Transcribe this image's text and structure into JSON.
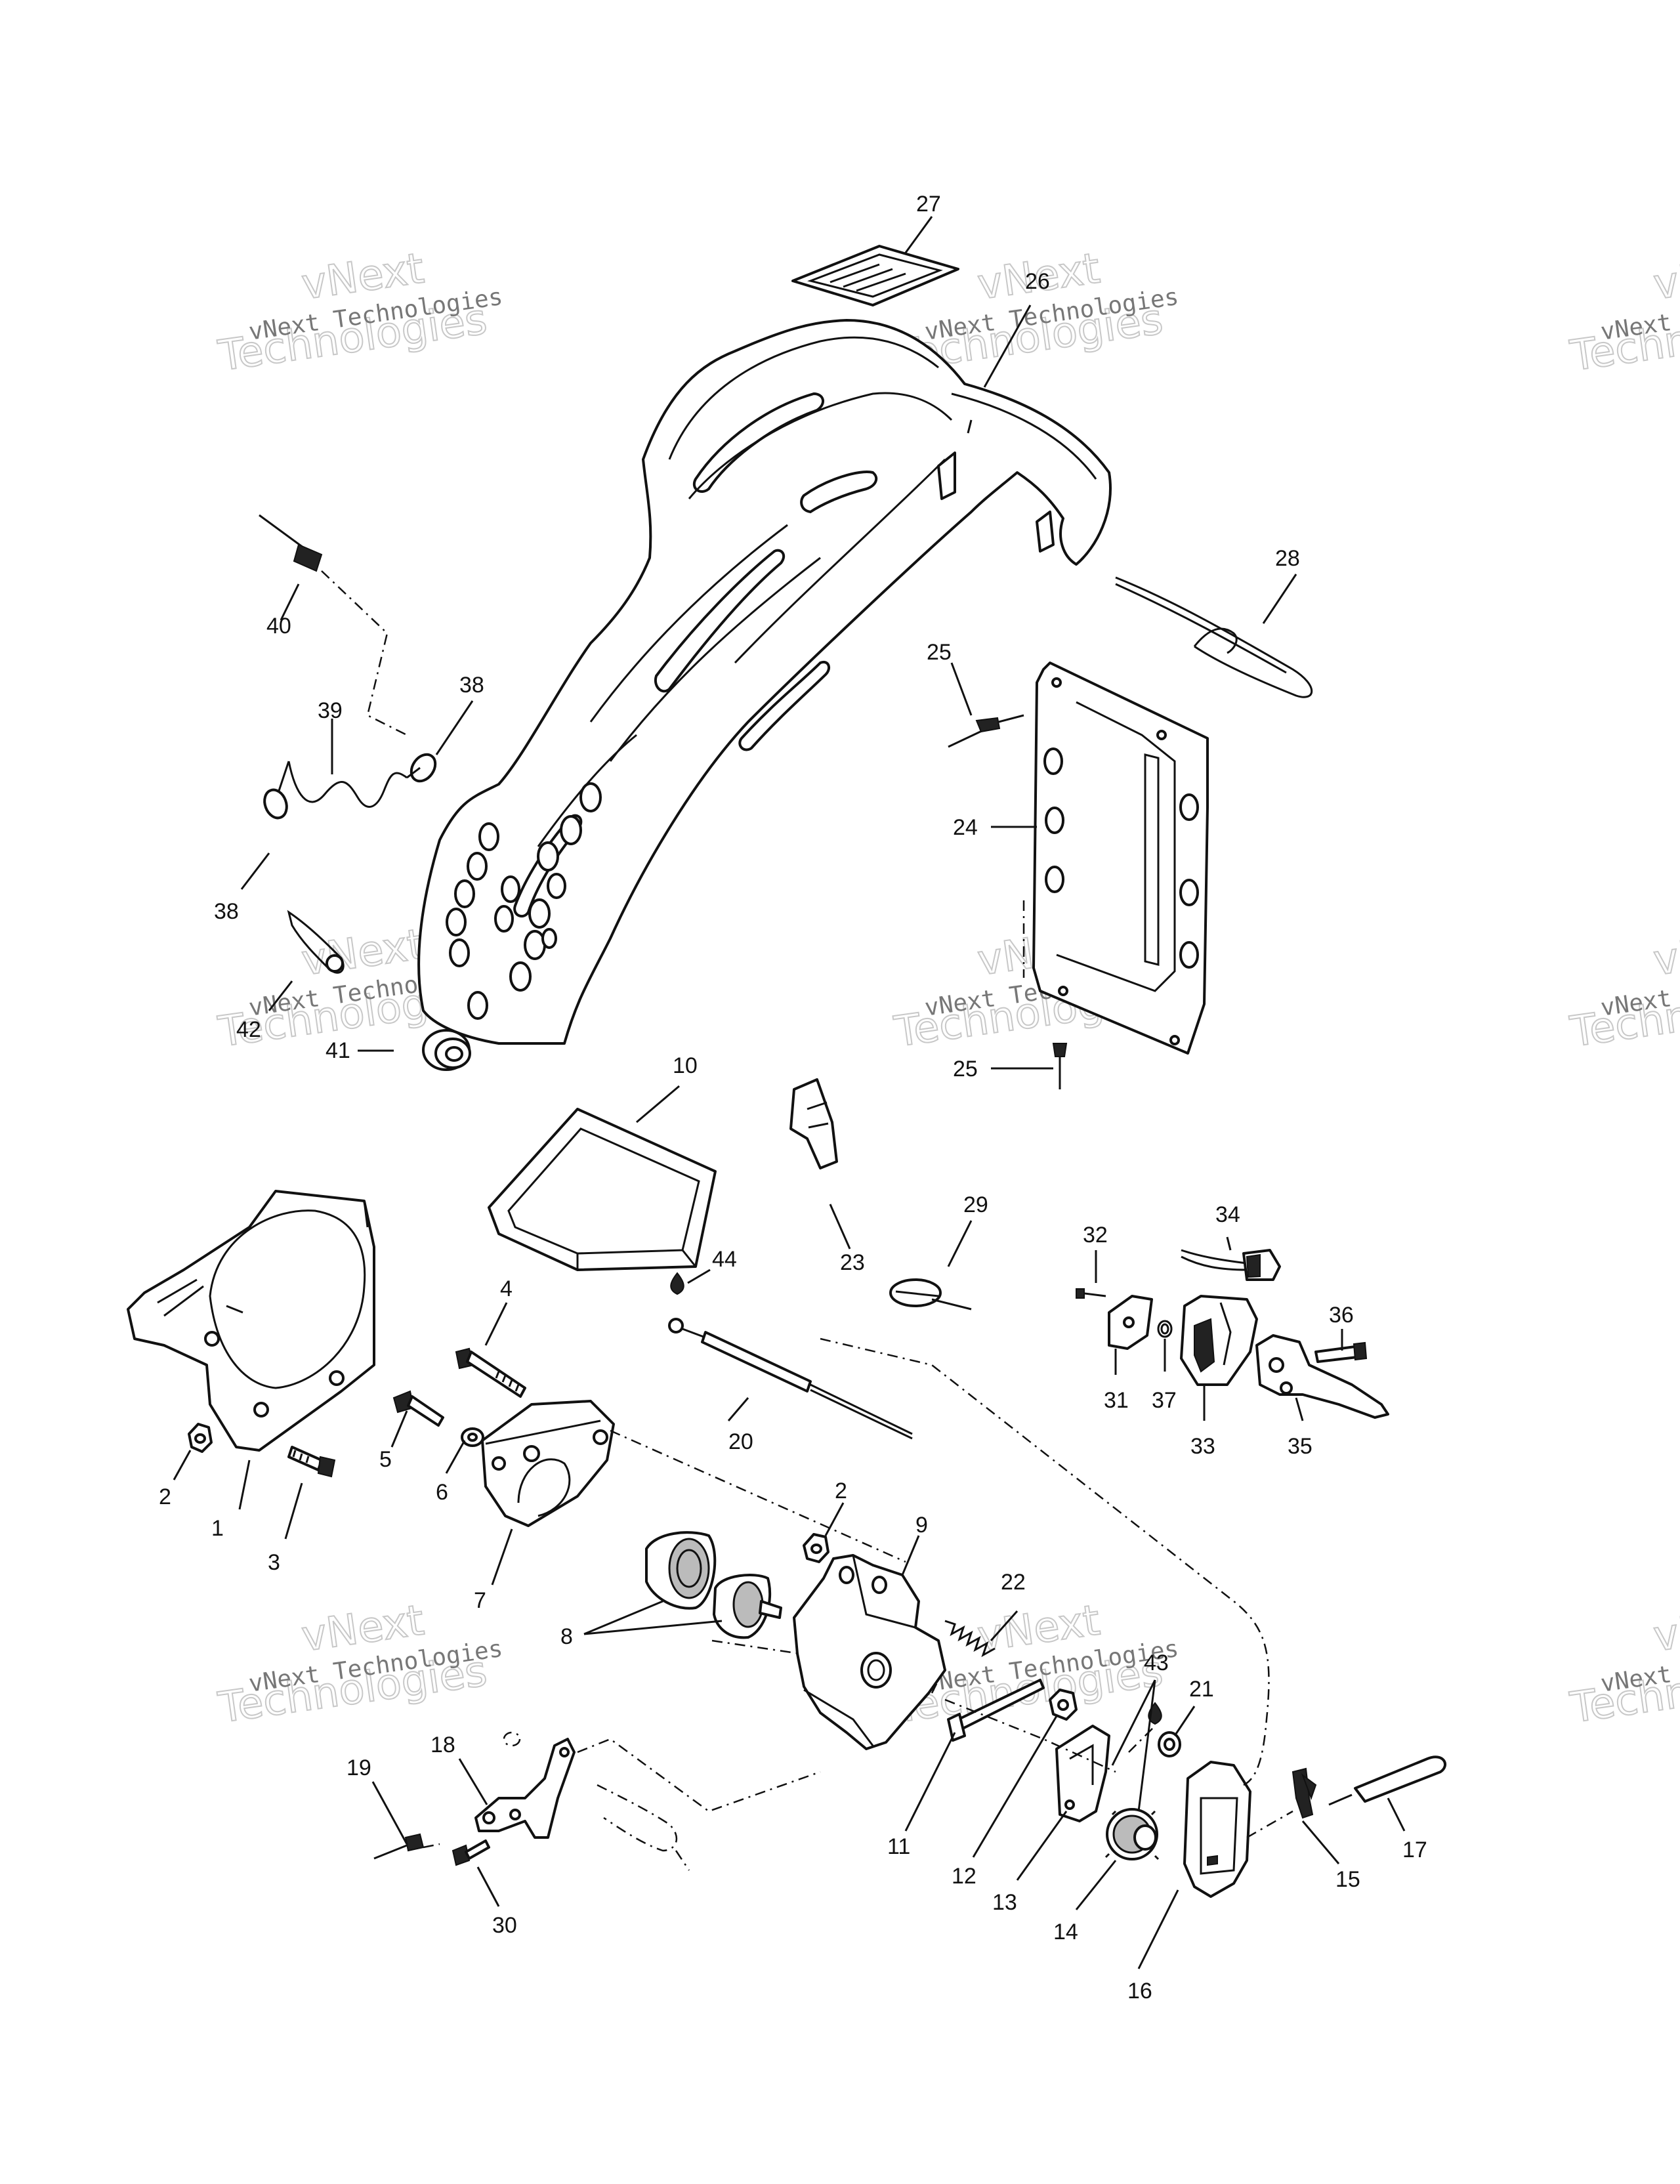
{
  "watermarks": [
    {
      "line1": "vNext Technologies",
      "line2": "Technologies",
      "top": "vNext"
    },
    {
      "line1": "vNext Technologies",
      "line2": "Technologies",
      "top": "vNext"
    },
    {
      "line1": "vNext Te",
      "line2": "Techn",
      "top": "vNe"
    },
    {
      "line1": "vNext Technologies",
      "line2": "Technologies",
      "top": "vNext"
    },
    {
      "line1": "vNext Technologies",
      "line2": "Technologies",
      "top": "vNext"
    },
    {
      "line1": "vNext Te",
      "line2": "Techn",
      "top": "vNe"
    },
    {
      "line1": "vNext Technologies",
      "line2": "Technologies",
      "top": "vNext"
    },
    {
      "line1": "vNext Technologies",
      "line2": "Technologies",
      "top": "vNext"
    },
    {
      "line1": "vNext Te",
      "line2": "Techn",
      "top": "vNe"
    }
  ],
  "callouts": [
    "27",
    "26",
    "28",
    "40",
    "39",
    "38",
    "38",
    "25",
    "24",
    "42",
    "41",
    "25",
    "10",
    "23",
    "29",
    "34",
    "32",
    "36",
    "44",
    "4",
    "31",
    "37",
    "33",
    "35",
    "20",
    "5",
    "6",
    "2",
    "1",
    "3",
    "2",
    "9",
    "7",
    "22",
    "8",
    "43",
    "21",
    "18",
    "19",
    "11",
    "12",
    "13",
    "14",
    "15",
    "17",
    "30",
    "16"
  ]
}
